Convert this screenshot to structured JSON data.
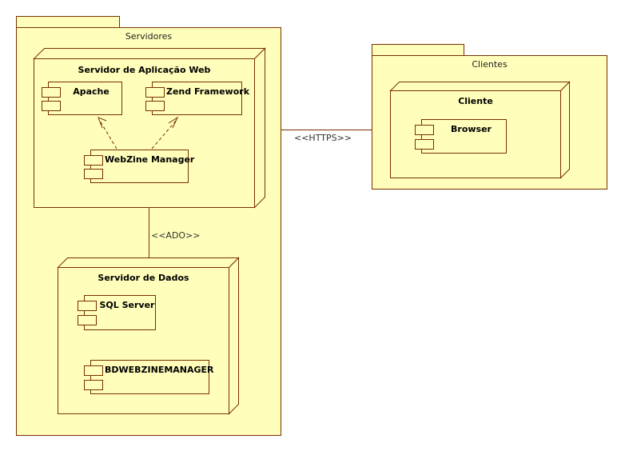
{
  "diagram": {
    "type": "uml-deployment-diagram",
    "colors": {
      "fill": "#ffffbb",
      "stroke": "#7a2e00",
      "background": "#ffffff",
      "text": "#000000"
    }
  },
  "packages": [
    {
      "id": "servidores",
      "title": "Servidores"
    },
    {
      "id": "clientes",
      "title": "Clientes"
    }
  ],
  "nodes": [
    {
      "id": "servidor-aplicacao-web",
      "title": "Servidor de Aplicação Web",
      "parent": "servidores"
    },
    {
      "id": "servidor-de-dados",
      "title": "Servidor de Dados",
      "parent": "servidores"
    },
    {
      "id": "cliente",
      "title": "Cliente",
      "parent": "clientes"
    }
  ],
  "components": [
    {
      "id": "apache",
      "label": "Apache",
      "node": "servidor-aplicacao-web"
    },
    {
      "id": "zend-framework",
      "label": "Zend Framework",
      "node": "servidor-aplicacao-web"
    },
    {
      "id": "webzine-manager",
      "label": "WebZine Manager",
      "node": "servidor-aplicacao-web"
    },
    {
      "id": "sql-server",
      "label": "SQL Server",
      "node": "servidor-de-dados"
    },
    {
      "id": "bdwebzinemanager",
      "label": "BDWEBZINEMANAGER",
      "node": "servidor-de-dados"
    },
    {
      "id": "browser",
      "label": "Browser",
      "node": "cliente"
    }
  ],
  "connectors": [
    {
      "id": "https-link",
      "label": "<<HTTPS>>",
      "stereotype": "HTTPS",
      "from": "servidor-aplicacao-web",
      "to": "cliente",
      "style": "solid"
    },
    {
      "id": "ado-link",
      "label": "<<ADO>>",
      "stereotype": "ADO",
      "from": "servidor-aplicacao-web",
      "to": "servidor-de-dados",
      "style": "solid"
    }
  ],
  "dependencies": [
    {
      "id": "dep-webzine-apache",
      "from": "webzine-manager",
      "to": "apache",
      "style": "dashed-arrow"
    },
    {
      "id": "dep-webzine-zend",
      "from": "webzine-manager",
      "to": "zend-framework",
      "style": "dashed-arrow"
    },
    {
      "id": "dep-bd-sqlserver",
      "from": "bdwebzinemanager",
      "to": "sql-server",
      "style": "dashed-arrow"
    }
  ]
}
